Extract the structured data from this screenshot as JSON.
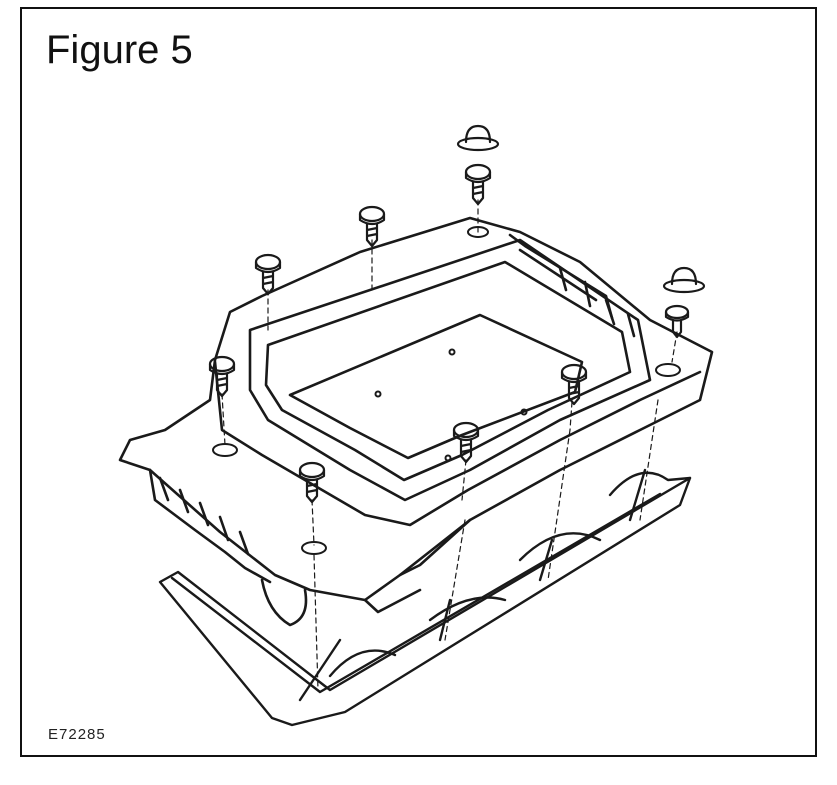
{
  "figure": {
    "title": "Figure 5",
    "reference_code": "E72285"
  },
  "drawing": {
    "subject": "",
    "parts": {
      "screw_count": 8,
      "clip_count": 2
    }
  }
}
